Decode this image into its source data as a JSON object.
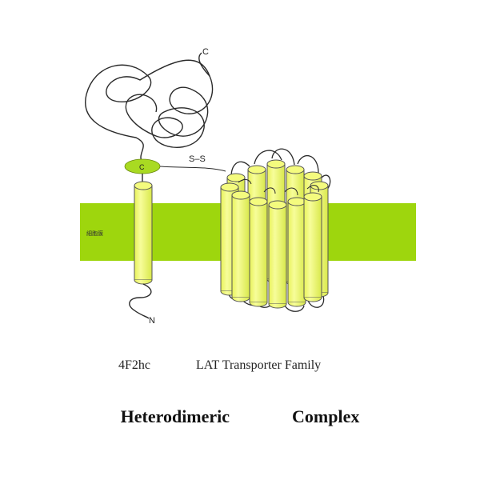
{
  "colors": {
    "membrane": "#9ed60d",
    "helix_fill": "#f4fb7e",
    "helix_stroke": "#555555",
    "disk_fill": "#a9da22",
    "chain": "#2a2a2a"
  },
  "labels": {
    "c_terminus_top": "C",
    "c_on_disk": "C",
    "disulfide": "S–S",
    "n_terminus": "N",
    "membrane_text": "細胞膜"
  },
  "captions": {
    "left": "4F2hc",
    "right": "LAT Transporter Family"
  },
  "title": "Heterodimeric    Complex"
}
